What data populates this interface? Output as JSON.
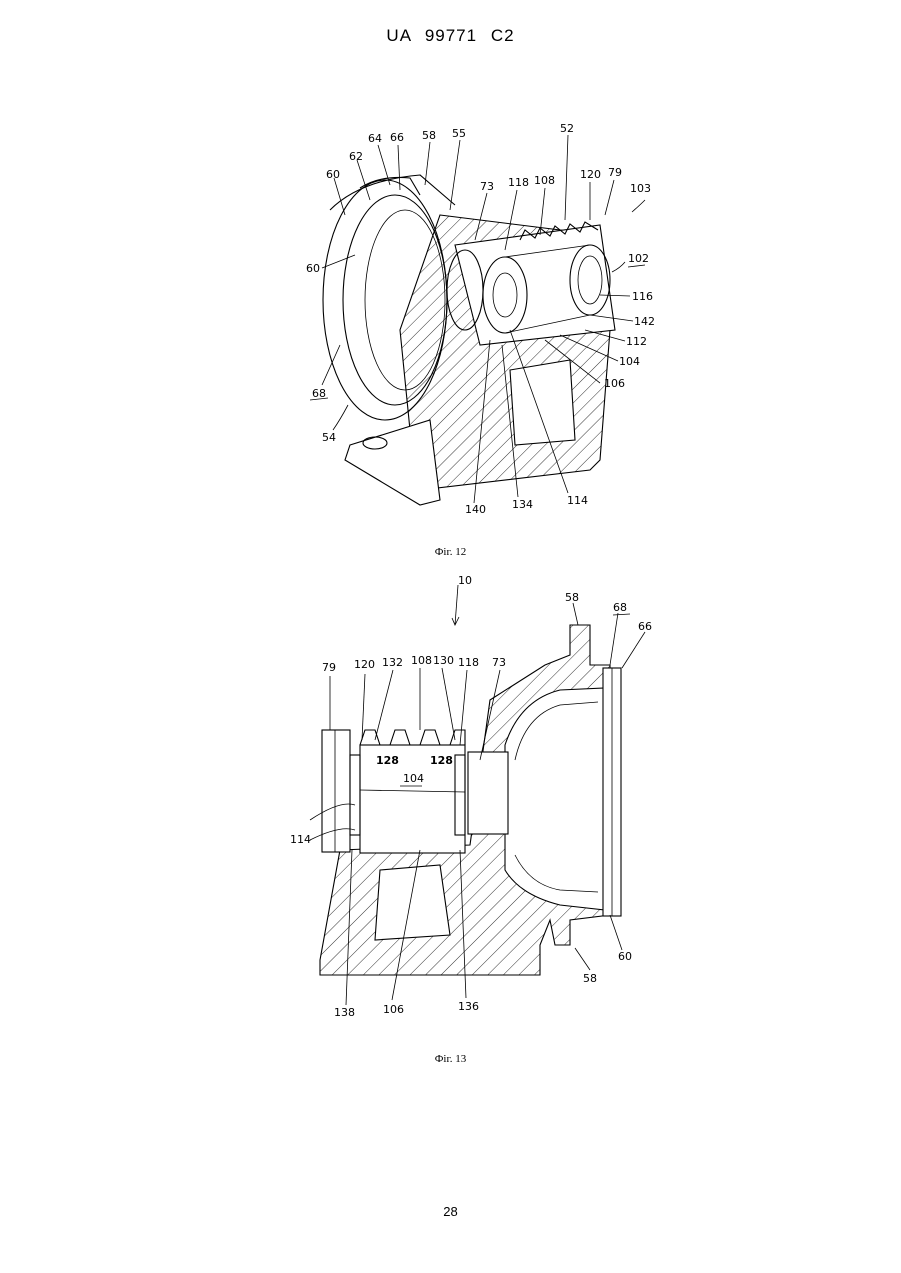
{
  "header": {
    "document_id": "UA 99771 C2"
  },
  "figures": [
    {
      "caption": "Фіг. 12",
      "labels": [
        "64",
        "66",
        "58",
        "55",
        "52",
        "62",
        "60",
        "73",
        "118",
        "108",
        "120",
        "79",
        "103",
        "102",
        "60",
        "116",
        "142",
        "112",
        "104",
        "106",
        "68",
        "54",
        "140",
        "134",
        "114"
      ]
    },
    {
      "caption": "Фіг. 13",
      "labels": [
        "10",
        "58",
        "68",
        "66",
        "79",
        "120",
        "132",
        "108",
        "130",
        "118",
        "73",
        "128",
        "128",
        "104",
        "114",
        "60",
        "58",
        "138",
        "106",
        "136"
      ]
    }
  ],
  "footer": {
    "page_number": "28"
  }
}
